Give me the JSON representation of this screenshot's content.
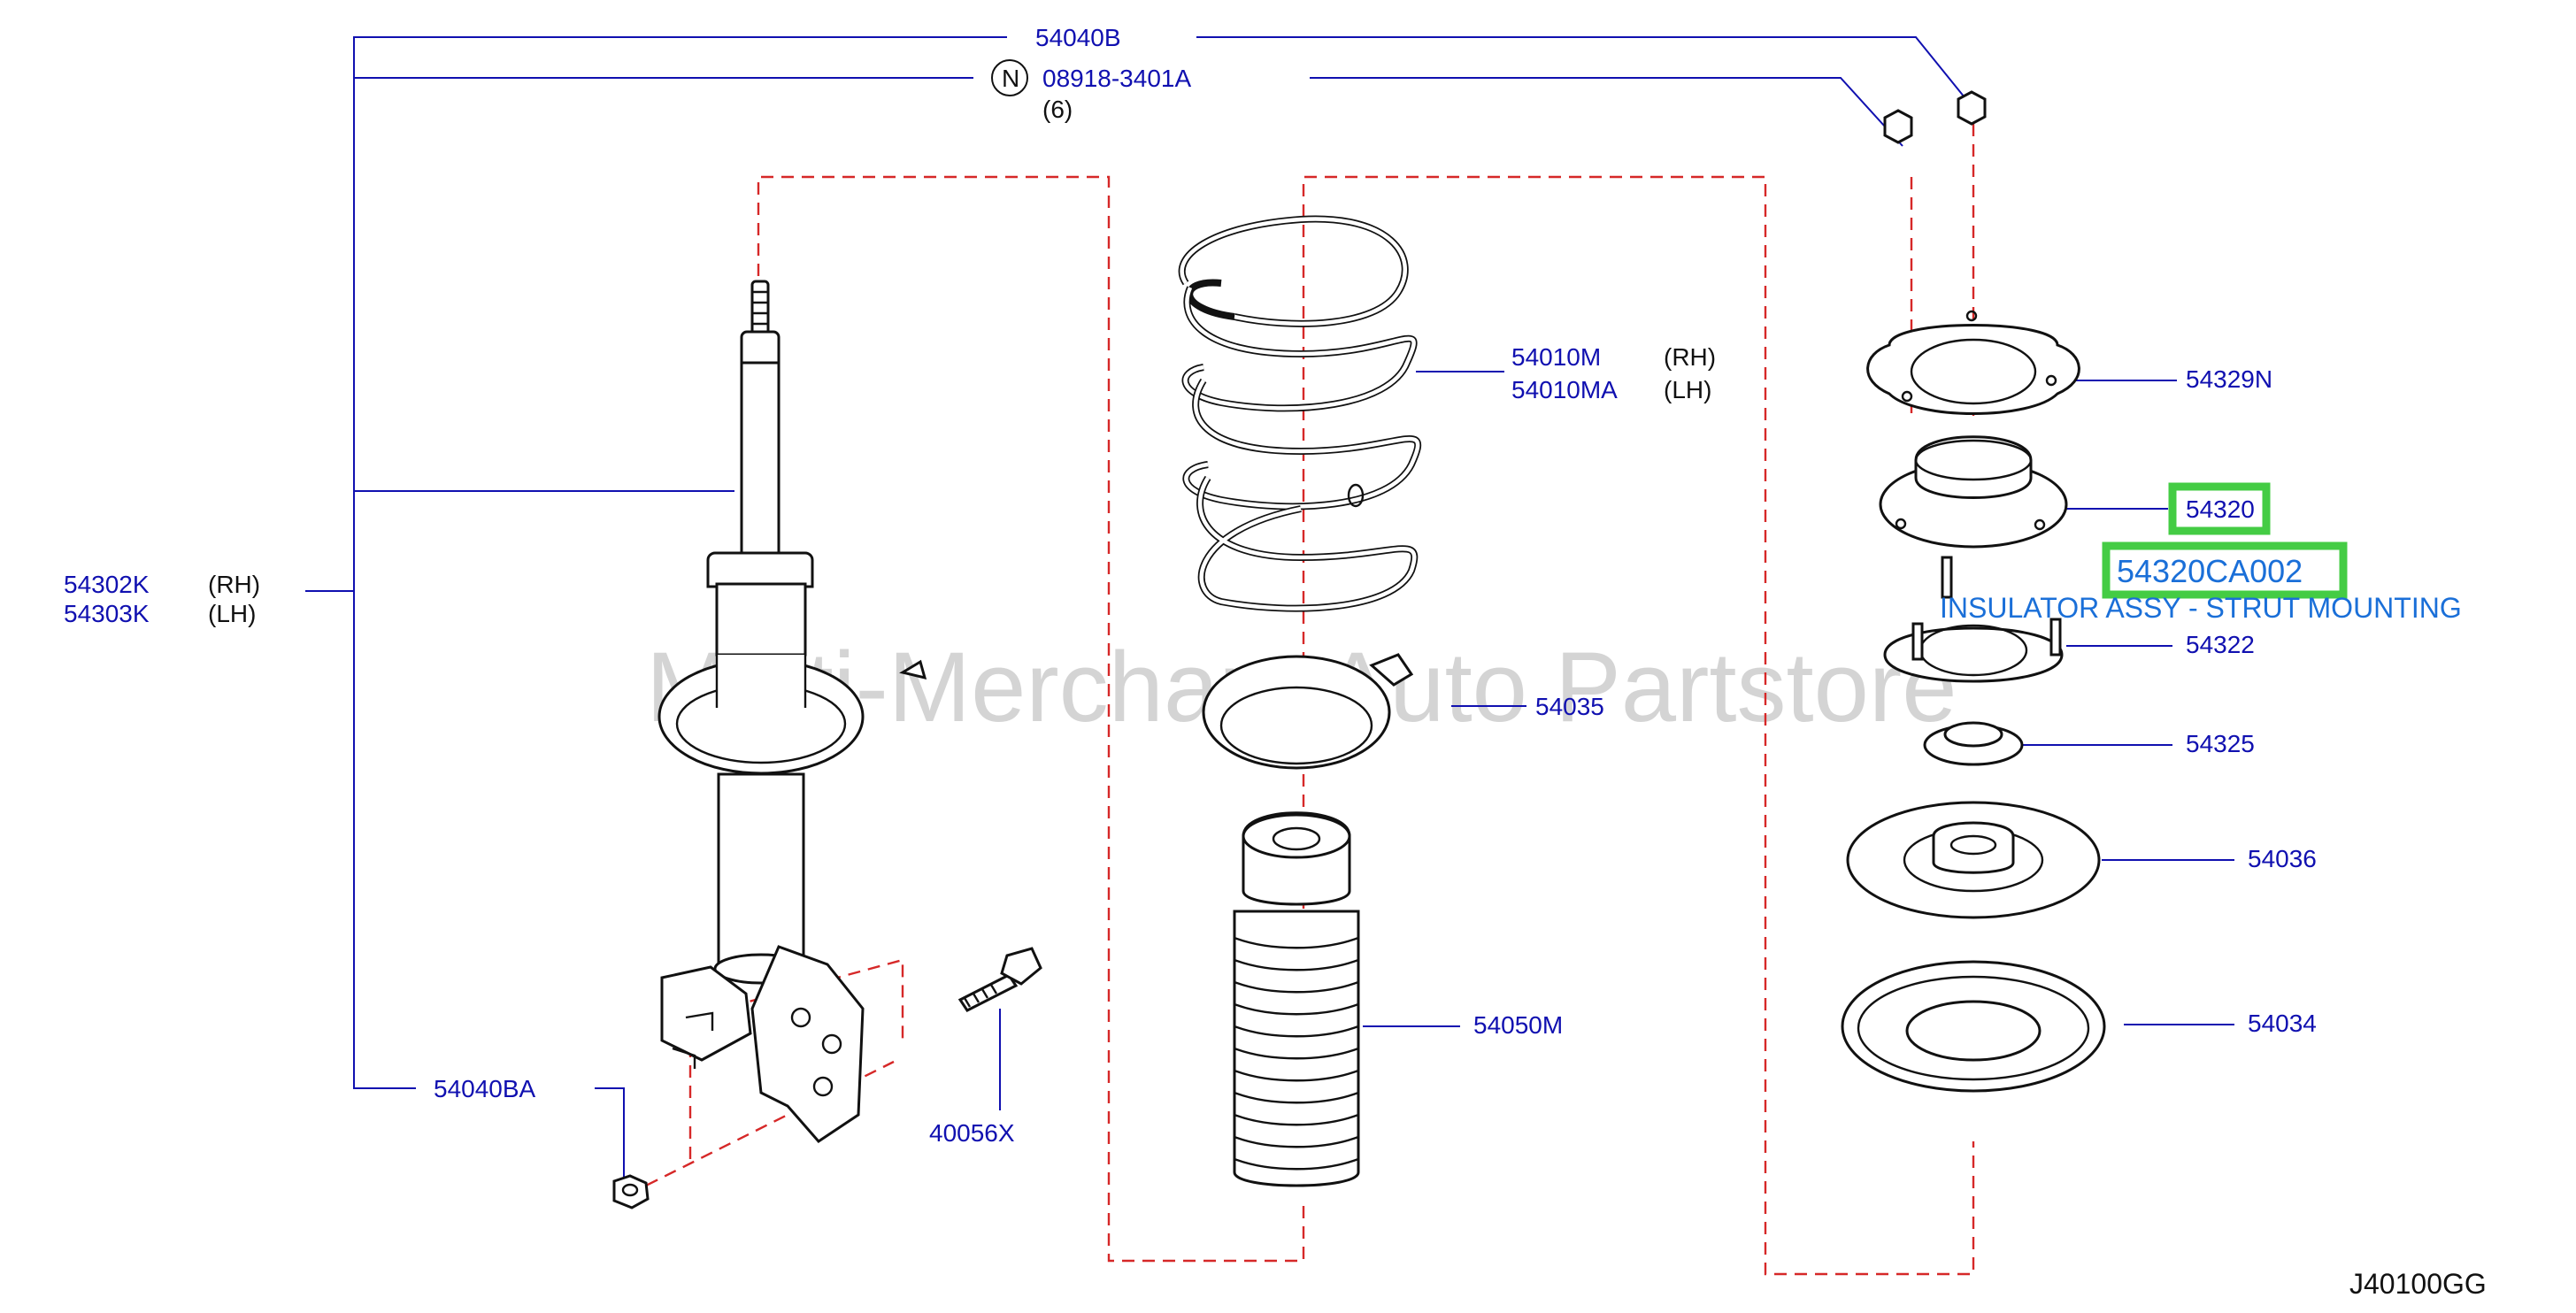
{
  "watermark": "Multi-Merchant Auto Partstore",
  "diagram_code": "J40100GG",
  "labels": {
    "p54040B": "54040B",
    "p08918": "08918-3401A",
    "p08918_qty": "(6)",
    "n_symbol": "N",
    "p54302K": "54302K",
    "p54302K_side": "(RH)",
    "p54303K": "54303K",
    "p54303K_side": "(LH)",
    "p54040BA": "54040BA",
    "p40056X": "40056X",
    "p54010M": "54010M",
    "p54010M_side": "(RH)",
    "p54010MA": "54010MA",
    "p54010MA_side": "(LH)",
    "p54035": "54035",
    "p54050M": "54050M",
    "p54329N": "54329N",
    "p54320": "54320",
    "p54322": "54322",
    "p54325": "54325",
    "p54036": "54036",
    "p54034": "54034"
  },
  "highlight": {
    "part_number": "54320CA002",
    "description": "INSULATOR ASSY - STRUT MOUNTING",
    "accent_color": "#44cc44",
    "text_color": "#1a6fd8"
  },
  "colors": {
    "label": "#1010b0",
    "dashed_guides": "#d62828",
    "outline": "#111111"
  }
}
